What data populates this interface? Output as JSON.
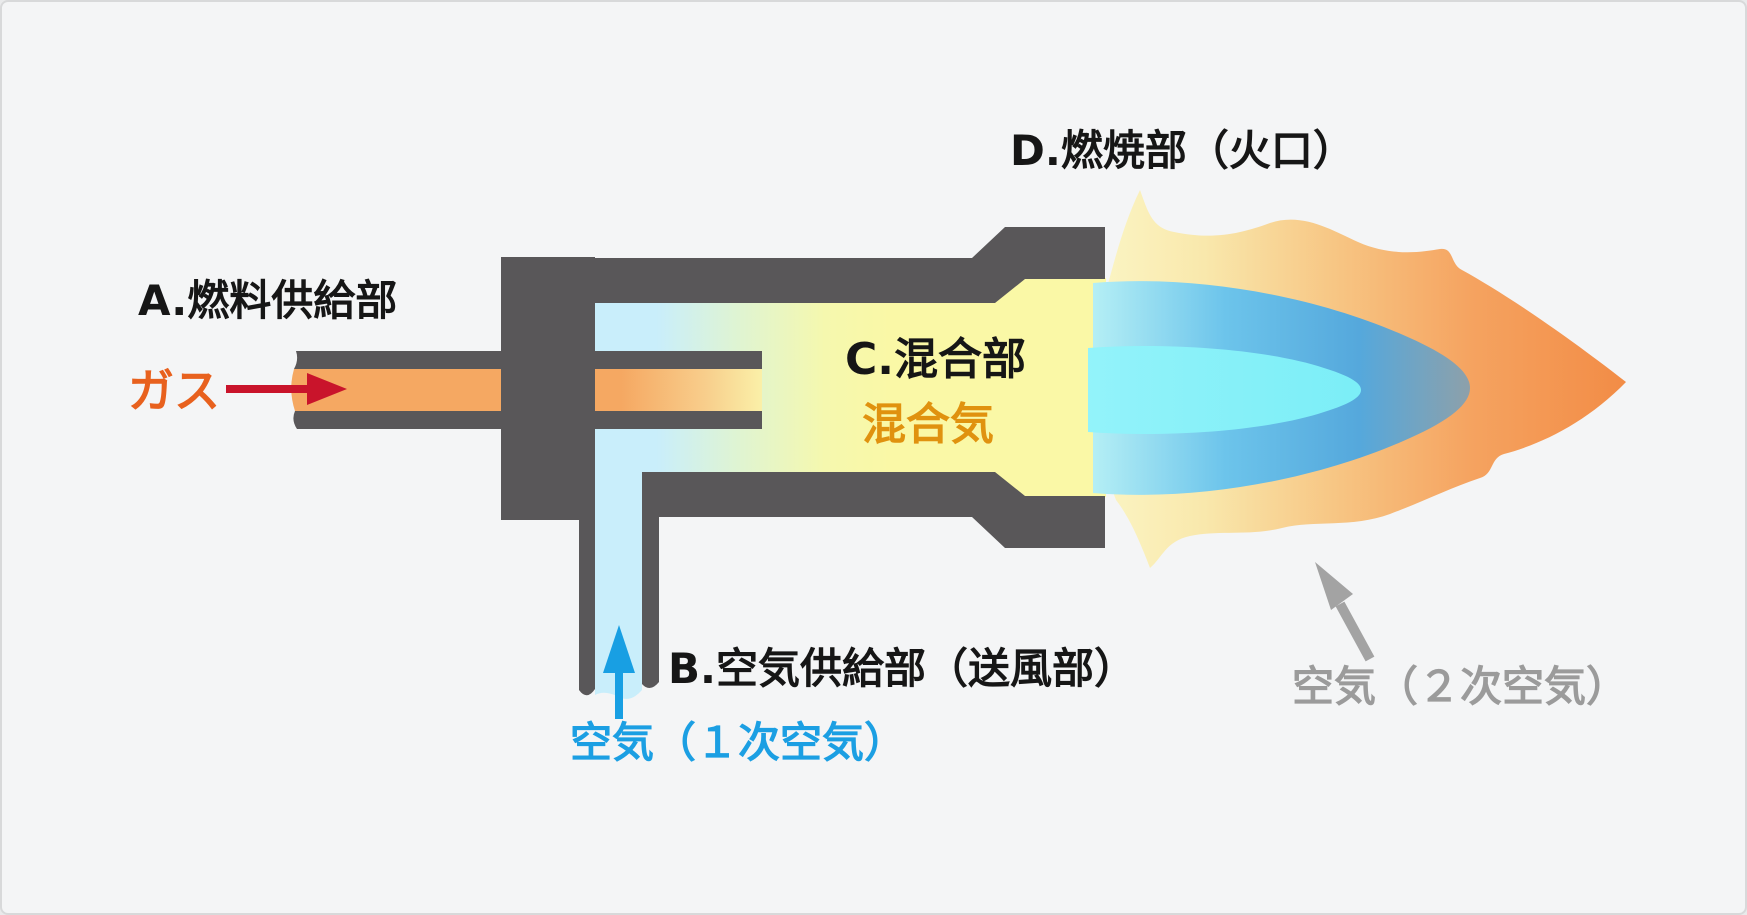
{
  "diagram": {
    "subject": "gas-burner-cross-section",
    "labels": {
      "section_a": "A.燃料供給部",
      "gas": "ガス",
      "section_b": "B.空気供給部（送風部）",
      "primary_air": "空気（１次空気）",
      "section_c": "C.混合部",
      "mixture": "混合気",
      "section_d": "D.燃焼部（火口）",
      "secondary_air": "空気（２次空気）"
    },
    "arrows": {
      "gas_flow": {
        "direction": "right",
        "color": "#c9142b"
      },
      "primary_air_flow": {
        "direction": "up",
        "color": "#189fe3"
      },
      "secondary_air_flow": {
        "direction": "up-left",
        "color": "#a3a3a3"
      }
    },
    "colors": {
      "background": "#f4f5f6",
      "burner_body": "#595759",
      "gas_stream": "#f5a862",
      "air_stream": "#c9eefb",
      "mixture_stream": "#faf8a6",
      "flame_outer_start": "#fbf5c4",
      "flame_outer_end": "#f28b45",
      "flame_middle": "#5fb8e8",
      "flame_inner": "#7feff8",
      "label_black": "#161616",
      "label_gas_orange": "#e8611e",
      "label_mixture_orange": "#e0920f",
      "label_air_blue": "#1b9fe3",
      "label_secondary_gray": "#9b9b9b"
    }
  }
}
